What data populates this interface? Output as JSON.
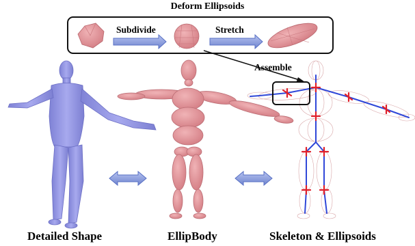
{
  "title": "Deform Ellipsoids",
  "steps": {
    "subdivide": "Subdivide",
    "stretch": "Stretch",
    "assemble": "Assemble"
  },
  "captions": {
    "detailed": "Detailed Shape",
    "ellipbody": "EllipBody",
    "skeleton": "Skeleton & Ellipsoids"
  },
  "colors": {
    "detailed_shape": "#9ea0e6",
    "ellipsoid": "#e79a9f",
    "skeleton_bone": "#2f47d8",
    "joint": "#e0202a",
    "arrow": "#7f93d8"
  },
  "icons": {
    "arrow": "right-arrow-icon",
    "double_arrow": "double-arrow-icon"
  }
}
